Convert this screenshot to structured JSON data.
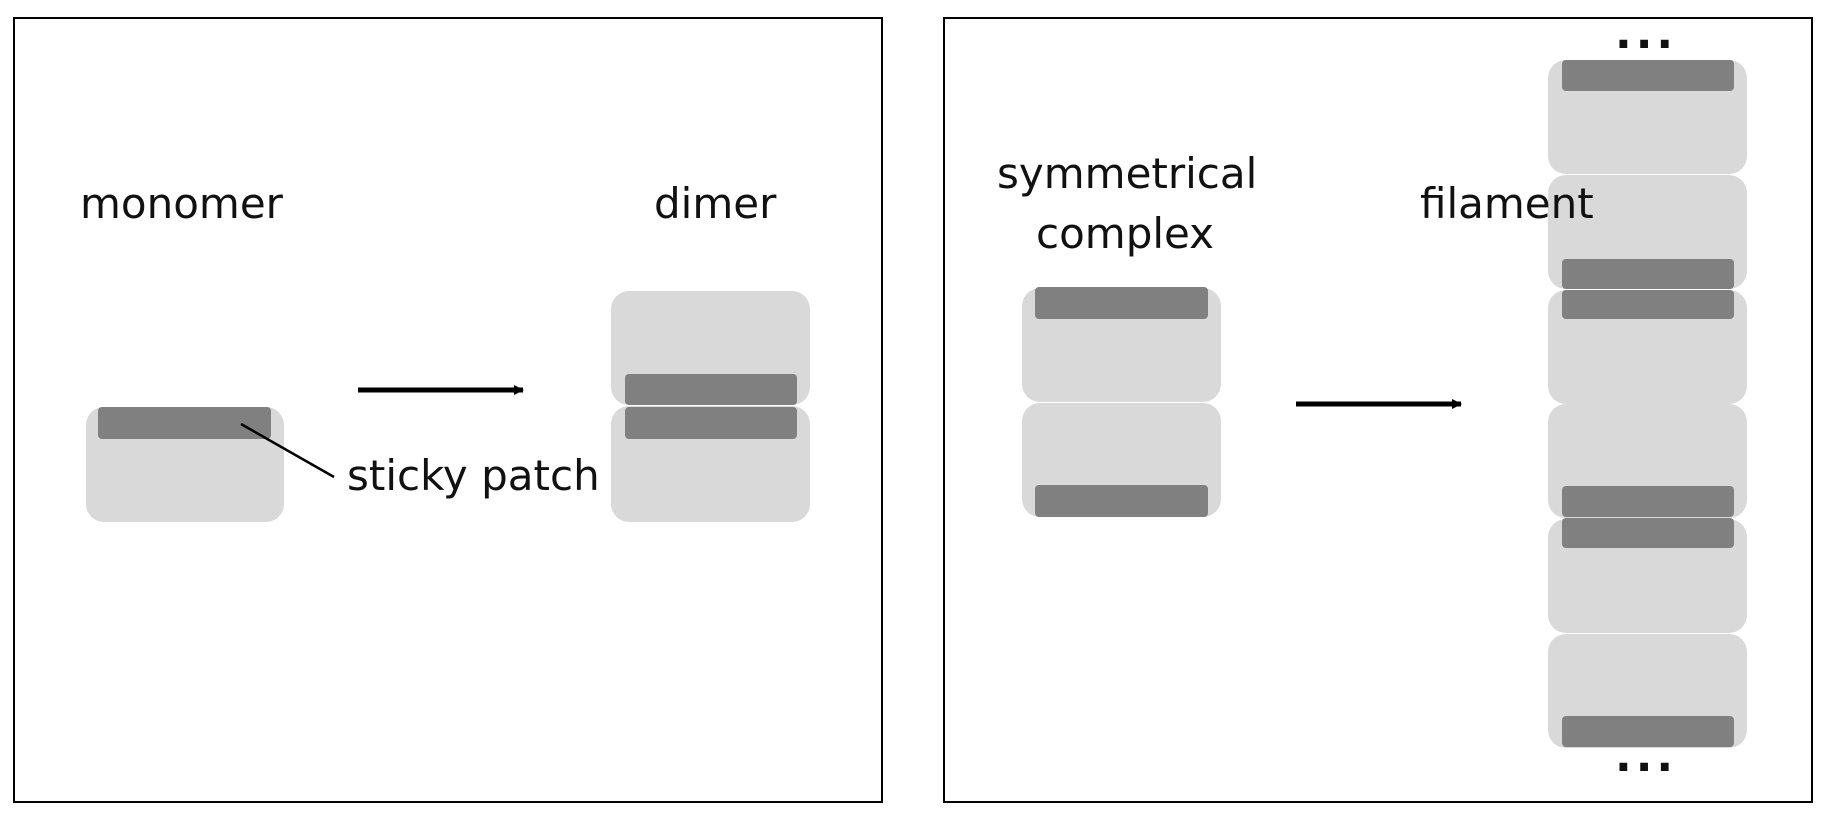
{
  "panels": {
    "left": {
      "label_monomer": "monomer",
      "label_dimer": "dimer",
      "label_sticky_patch": "sticky patch"
    },
    "right": {
      "label_symmetrical_line1": "symmetrical",
      "label_symmetrical_line2": "complex",
      "label_filament": "filament",
      "ellipsis_top": "...",
      "ellipsis_bottom": "..."
    }
  },
  "colors": {
    "subunit_fill": "#d9d9d9",
    "patch_fill": "#808080",
    "frame_stroke": "#000000",
    "arrow_color": "#000000"
  }
}
